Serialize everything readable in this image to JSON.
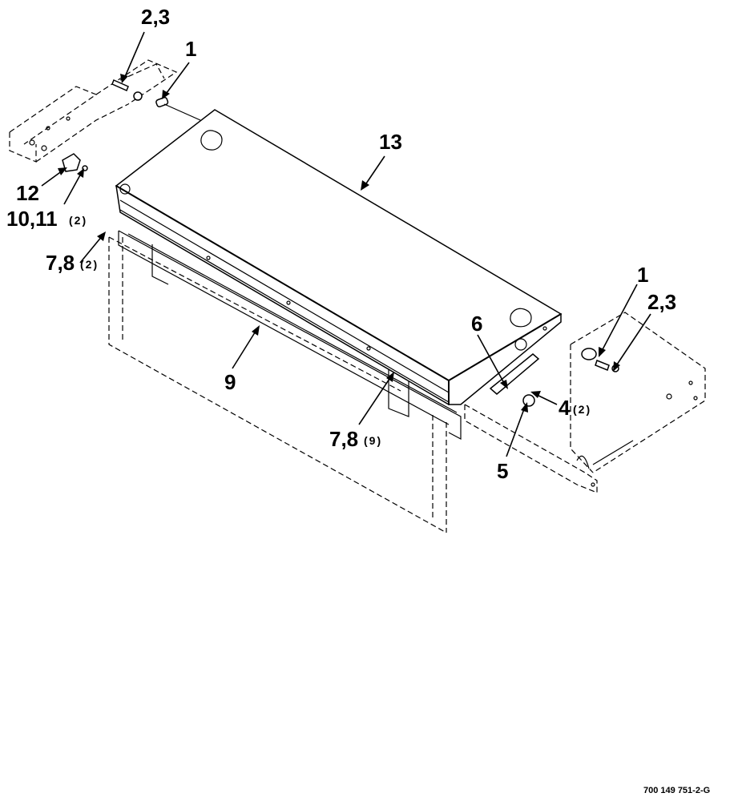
{
  "callouts": {
    "c1": "2,3",
    "c2": "1",
    "c3": "13",
    "c4": "12",
    "c5": "10,11",
    "c5_qty": "(2)",
    "c6": "7,8",
    "c6_qty": "(2)",
    "c7": "9",
    "c8": "7,8",
    "c8_qty": "(9)",
    "c9": "6",
    "c10": "1",
    "c11": "2,3",
    "c12": "4",
    "c12_qty": "(2)",
    "c13": "5"
  },
  "drawing_number": "700 149 751-2-G"
}
